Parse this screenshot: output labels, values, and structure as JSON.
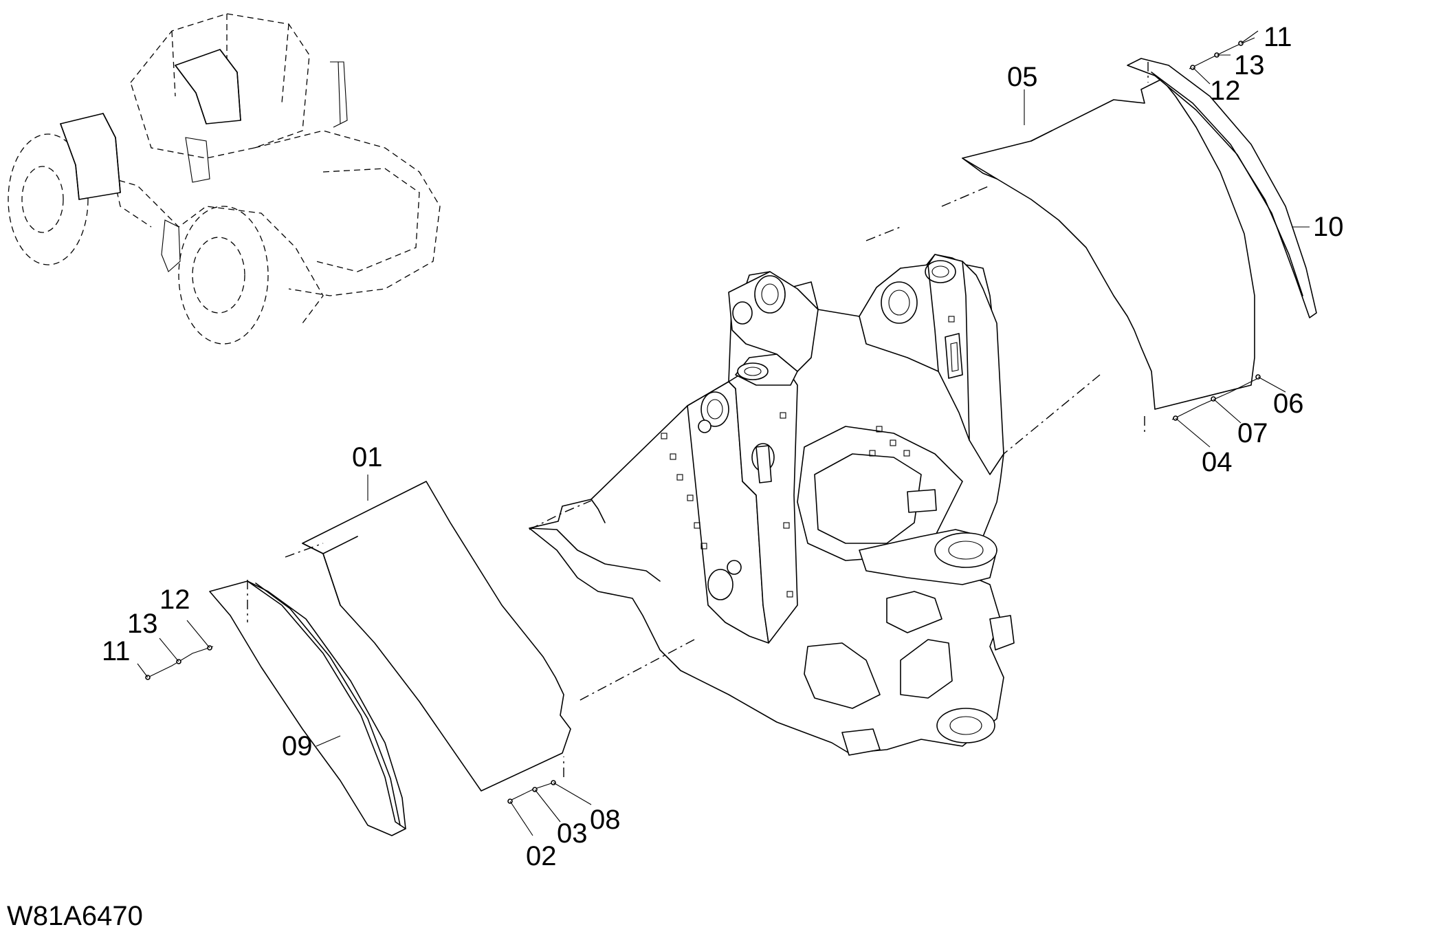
{
  "drawing": {
    "code": "W81A6470"
  },
  "callouts": {
    "c01": "01",
    "c02": "02",
    "c03": "03",
    "c04": "04",
    "c05": "05",
    "c06": "06",
    "c07": "07",
    "c08": "08",
    "c09": "09",
    "c10": "10",
    "c11a": "11",
    "c12a": "12",
    "c13a": "13",
    "c11b": "11",
    "c12b": "12",
    "c13b": "13"
  }
}
